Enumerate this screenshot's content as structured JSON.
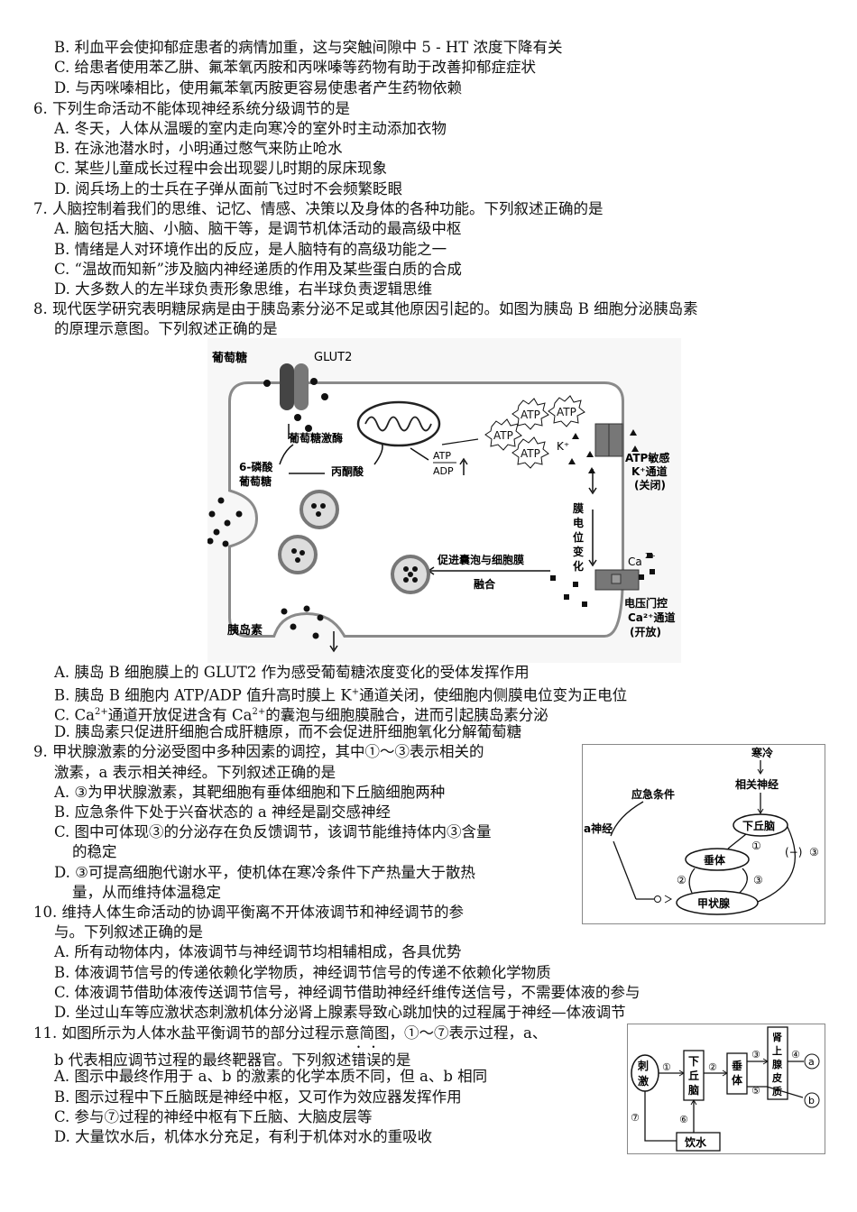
{
  "q5": {
    "B": "B. 利血平会使抑郁症患者的病情加重，这与突触间隙中 5 - HT 浓度下降有关",
    "C": "C. 给患者使用苯乙肼、氟苯氧丙胺和丙咪嗪等药物有助于改善抑郁症症状",
    "D": "D. 与丙咪嗪相比，使用氟苯氧丙胺更容易使患者产生药物依赖"
  },
  "q6": {
    "stem": "6. 下列生命活动不能体现神经系统分级调节的是",
    "A": "A. 冬天，人体从温暖的室内走向寒冷的室外时主动添加衣物",
    "B": "B. 在泳池潜水时，小明通过憋气来防止呛水",
    "C": "C. 某些儿童成长过程中会出现婴儿时期的尿床现象",
    "D": "D. 阅兵场上的士兵在子弹从面前飞过时不会频繁眨眼"
  },
  "q7": {
    "stem": "7. 人脑控制着我们的思维、记忆、情感、决策以及身体的各种功能。下列叙述正确的是",
    "A": "A. 脑包括大脑、小脑、脑干等，是调节机体活动的最高级中枢",
    "B": "B. 情绪是人对环境作出的反应，是人脑特有的高级功能之一",
    "C": "C. “温故而知新”涉及脑内神经递质的作用及某些蛋白质的合成",
    "D": "D. 大多数人的左半球负责形象思维，右半球负责逻辑思维"
  },
  "q8": {
    "stem1": "8. 现代医学研究表明糖尿病是由于胰岛素分泌不足或其他原因引起的。如图为胰岛 B 细胞分泌胰岛素",
    "stem2": "的原理示意图。下列叙述正确的是",
    "A": "A. 胰岛 B 细胞膜上的 GLUT2 作为感受葡萄糖浓度变化的受体发挥作用",
    "B_pre": "B. 胰岛 B 细胞内 ATP/ADP 值升高时膜上 K",
    "B_sup": "+",
    "B_post": "通道关闭，使细胞内侧膜电位变为正电位",
    "C_pre": "C. Ca",
    "C_sup1": "2+",
    "C_mid": "通道开放促进含有 Ca",
    "C_sup2": "2+",
    "C_post": "的囊泡与细胞膜融合，进而引起胰岛素分泌",
    "D": "D. 胰岛素只促进肝细胞合成肝糖原，而不会促进肝细胞氧化分解葡萄糖",
    "fig": {
      "glucose": "葡萄糖",
      "glut2": "GLUT2",
      "glucokinase": "葡萄糖激酶",
      "g6p_1": "6-磷酸",
      "g6p_2": "葡萄糖",
      "pyruvate": "丙酮酸",
      "atp": "ATP",
      "adp": "ADP",
      "kplus": "K⁺",
      "katp_1": "ATP敏感",
      "katp_2": "K⁺通道",
      "katp_3": "(关闭)",
      "membrane_change": [
        "膜",
        "电",
        "位",
        "变",
        "化"
      ],
      "fusion_1": "促进囊泡与细胞膜",
      "fusion_2": "融合",
      "ca_1": "Ca",
      "ca_2": "2+",
      "vca_1": "电压门控",
      "vca_2": "Ca²⁺通道",
      "vca_3": "(开放)",
      "insulin": "胰岛素"
    }
  },
  "q9": {
    "stem1": "9. 甲状腺激素的分泌受图中多种因素的调控，其中①～③表示相关的",
    "stem2": "激素，a 表示相关神经。下列叙述正确的是",
    "A": "A. ③为甲状腺激素，其靶细胞有垂体细胞和下丘脑细胞两种",
    "B": "B. 应急条件下处于兴奋状态的 a 神经是副交感神经",
    "C1": "C. 图中可体现③的分泌存在负反馈调节，该调节能维持体内③含量",
    "C2": "的稳定",
    "D1": "D. ③可提高细胞代谢水平，使机体在寒冷条件下产热量大于散热",
    "D2": "量，从而维持体温稳定",
    "fig": {
      "cold": "寒冷",
      "related_nerve": "相关神经",
      "emergency": "应急条件",
      "a_nerve": "a神经",
      "hypothalamus": "下丘脑",
      "pituitary": "垂体",
      "thyroid": "甲状腺",
      "n1": "①",
      "n2": "②",
      "n3": "③",
      "neg": "(−)"
    }
  },
  "q10": {
    "stem1": "10. 维持人体生命活动的协调平衡离不开体液调节和神经调节的参",
    "stem2": "与。下列叙述正确的是",
    "A": "A. 所有动物体内，体液调节与神经调节均相辅相成，各具优势",
    "B": "B. 体液调节信号的传递依赖化学物质，神经调节信号的传递不依赖化学物质",
    "C": "C. 体液调节借助体液传送调节信号，神经调节借助神经纤维传送信号，不需要体液的参与",
    "D": "D. 坐过山车等应激状态刺激机体分泌肾上腺素导致心跳加快的过程属于神经—体液调节"
  },
  "q11": {
    "stem1": "11. 如图所示为人体水盐平衡调节的部分过程示意简图，①～⑦表示过程，a、",
    "stem2_pre": "b 代表相应调节过程的最终靶器官。下列叙述",
    "stem2_emph": "错误",
    "stem2_post": "的是",
    "A": "A. 图示中最终作用于 a、b 的激素的化学本质不同，但 a、b 相同",
    "B": "B. 图示过程中下丘脑既是神经中枢，又可作为效应器发挥作用",
    "C": "C. 参与⑦过程的神经中枢有下丘脑、大脑皮层等",
    "D": "D. 大量饮水后，机体水分充足，有利于机体对水的重吸收",
    "fig": {
      "stimulus": [
        "刺",
        "激"
      ],
      "hypothalamus": [
        "下",
        "丘",
        "脑"
      ],
      "pituitary": [
        "垂",
        "体"
      ],
      "adrenal": [
        "肾",
        "上",
        "腺",
        "皮",
        "质"
      ],
      "drink": "饮水",
      "a": "a",
      "b": "b",
      "n1": "①",
      "n2": "②",
      "n3": "③",
      "n4": "④",
      "n5": "⑤",
      "n6": "⑥",
      "n7": "⑦"
    }
  }
}
